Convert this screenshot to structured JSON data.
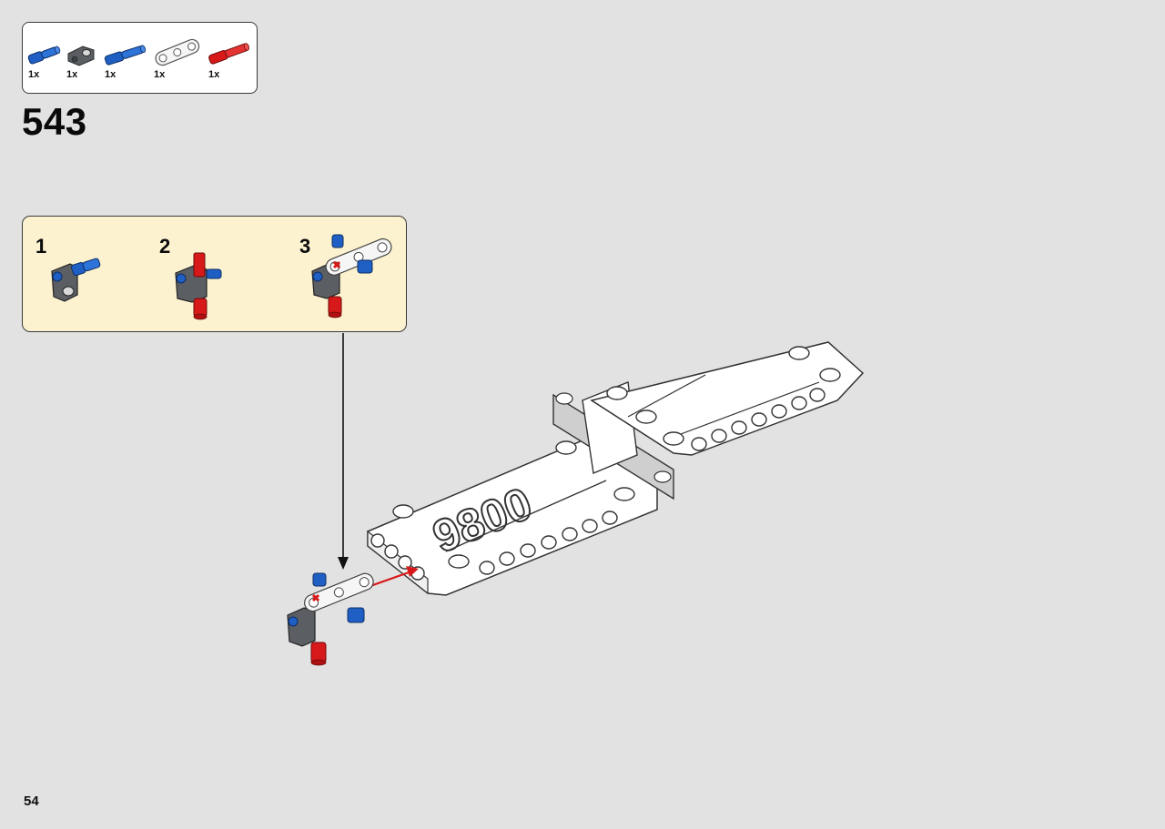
{
  "parts_list": {
    "items": [
      {
        "name": "blue-axle-pin",
        "qty": "1x",
        "color": "#1f5fc4"
      },
      {
        "name": "dark-gray-connector",
        "qty": "1x",
        "color": "#5b5f63"
      },
      {
        "name": "blue-long-pin",
        "qty": "1x",
        "color": "#1f5fc4"
      },
      {
        "name": "white-beam-3",
        "qty": "1x",
        "color": "#f4f4f4"
      },
      {
        "name": "red-axle-pin",
        "qty": "1x",
        "color": "#d8191a"
      }
    ]
  },
  "step": {
    "number": "543"
  },
  "sub_steps": [
    {
      "number": "1"
    },
    {
      "number": "2"
    },
    {
      "number": "3"
    }
  ],
  "model": {
    "label": "9800"
  },
  "page": {
    "number": "54"
  },
  "colors": {
    "background": "#e2e2e2",
    "substep_bg": "#fcf2cf",
    "arrow_red": "#d8191a",
    "lego_blue": "#1f5fc4",
    "lego_red": "#d8191a",
    "lego_gray": "#5b5f63"
  }
}
